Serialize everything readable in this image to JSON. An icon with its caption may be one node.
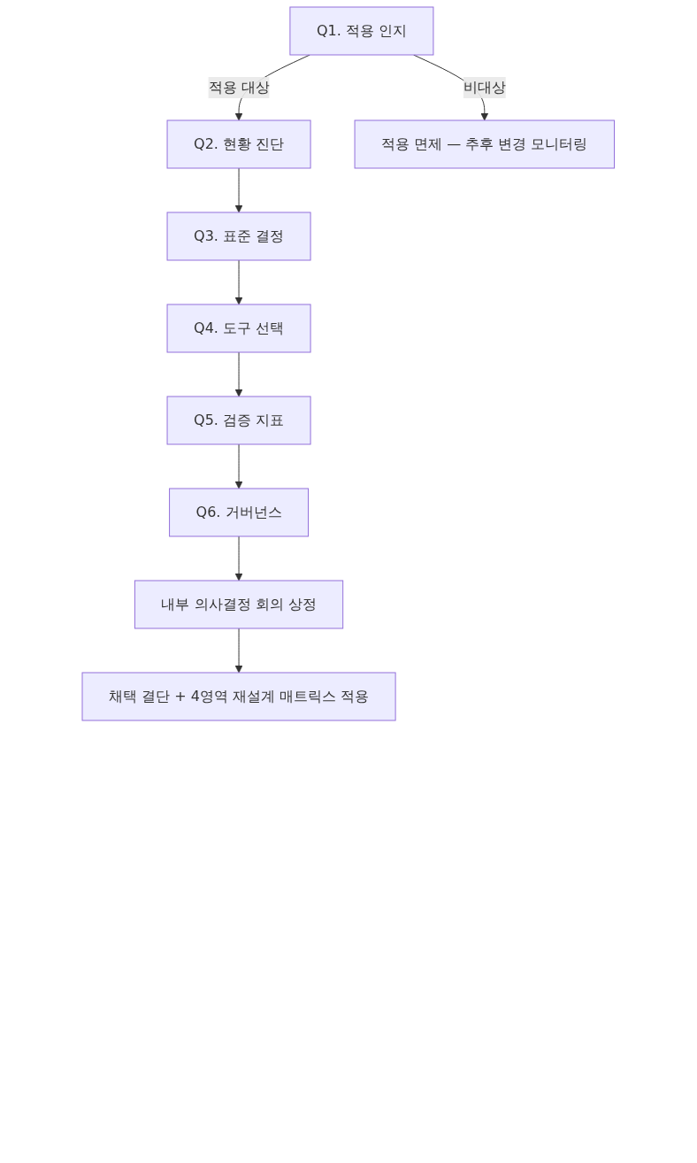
{
  "diagram": {
    "nodes": [
      {
        "text": [
          "Q1. 적용 인지"
        ]
      },
      {
        "text": [
          "Q2. 현황 진단"
        ]
      },
      {
        "text": [
          "적용 면제 — 추후 변경 모니터링"
        ]
      },
      {
        "text": [
          "Q3. 표준 결정"
        ]
      },
      {
        "text": [
          "Q4. 도구 선택"
        ]
      },
      {
        "text": [
          "Q5. 검증 지표"
        ]
      },
      {
        "text": [
          "Q6. 거버넌스"
        ]
      },
      {
        "text": [
          "내부 의사결정 회의 상정"
        ]
      },
      {
        "text": [
          "채택 결단 + 4영역 재설계 매트릭스 적용"
        ]
      }
    ],
    "edges": [
      {
        "from": 0,
        "to": 1,
        "arrow": "to",
        "label": "적용 대상"
      },
      {
        "from": 0,
        "to": 2,
        "arrow": "to",
        "label": "비대상"
      },
      {
        "from": 1,
        "to": 3,
        "arrow": "to"
      },
      {
        "from": 3,
        "to": 4,
        "arrow": "to"
      },
      {
        "from": 4,
        "to": 5,
        "arrow": "to"
      },
      {
        "from": 5,
        "to": 6,
        "arrow": "to"
      },
      {
        "from": 6,
        "to": 7,
        "arrow": "to"
      },
      {
        "from": 7,
        "to": 8,
        "arrow": "to"
      }
    ]
  }
}
